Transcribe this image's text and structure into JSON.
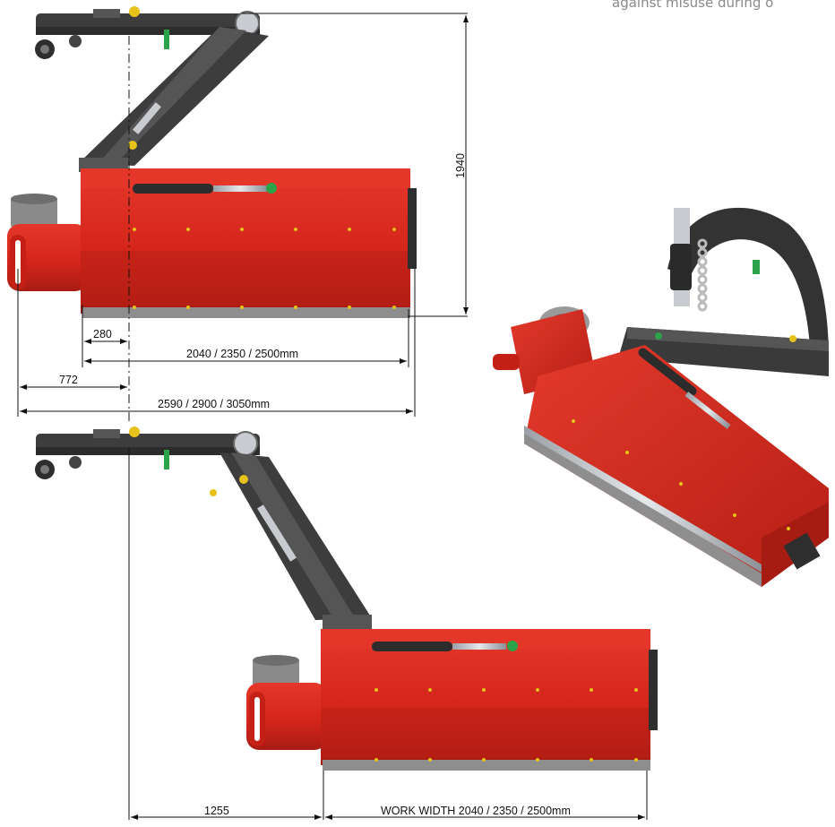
{
  "caption": "against misuse during o",
  "dimensions": {
    "height": "1940",
    "offset_pin": "280",
    "offset_left": "772",
    "width_rotor": "2040 / 2350 /  2500mm",
    "width_total": "2590 / 2900 /  3050mm",
    "offset_side": "1255",
    "work_width": "WORK WIDTH 2040 / 2350 /  2500mm"
  },
  "colors": {
    "body_red": "#d6261b",
    "body_red_dark": "#b01d14",
    "body_red_light": "#e4372a",
    "frame_dark": "#3a3a3a",
    "frame_mid": "#555555",
    "steel": "#c8ccd0",
    "accent_green": "#2aa34a",
    "accent_yellow": "#e6c21a",
    "dim_line": "#111111"
  },
  "icons": {
    "view_top": "mower-top-view-transport",
    "view_3d": "mower-perspective-view",
    "view_work": "mower-top-view-working"
  }
}
